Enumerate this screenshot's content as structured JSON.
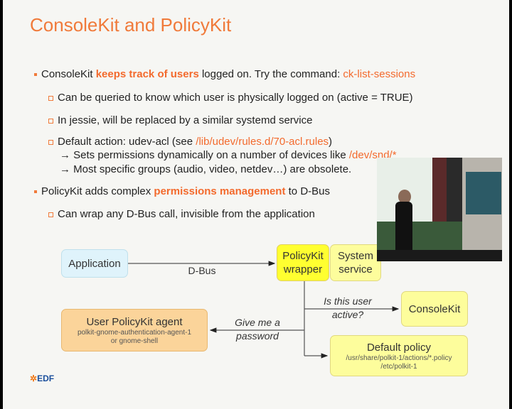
{
  "title": "ConsoleKit and PolicyKit",
  "bullets": {
    "b1": {
      "a": "ConsoleKit ",
      "hl": "keeps track of users",
      "b": " logged on. Try the command: ",
      "cmd": "ck-list-sessions"
    },
    "b1_1": "Can be queried to know which user is physically logged on (active = TRUE)",
    "b1_2": "In jessie, will be replaced by a similar systemd service",
    "b1_3": {
      "a": "Default action: udev-acl (see ",
      "path": "/lib/udev/rules.d/70-acl.rules",
      "b": ")"
    },
    "b1_3_1": {
      "a": "→ Sets permissions dynamically on a number of devices like ",
      "path": "/dev/snd/*"
    },
    "b1_3_2": "→ Most specific groups (audio, video, netdev…) are obsolete.",
    "b2": {
      "a": "PolicyKit adds complex ",
      "hl": "permissions management",
      "b": " to D-Bus"
    },
    "b2_1": "Can wrap any D-Bus call, invisible from the application"
  },
  "diagram": {
    "application": "Application",
    "dbus": "D-Bus",
    "wrapper": "PolicyKit wrapper",
    "service": "System service",
    "question": "Is this user active?",
    "consolekit": "ConsoleKit",
    "agent_title": "User PolicyKit agent",
    "agent_sub1": "polkit-gnome-authentication-agent-1",
    "agent_sub2": "or gnome-shell",
    "give": "Give me a password",
    "policy_title": "Default policy",
    "policy_sub1": "/usr/share/polkit-1/actions/*.policy",
    "policy_sub2": "/etc/polkit-1"
  },
  "logo": "EDF"
}
